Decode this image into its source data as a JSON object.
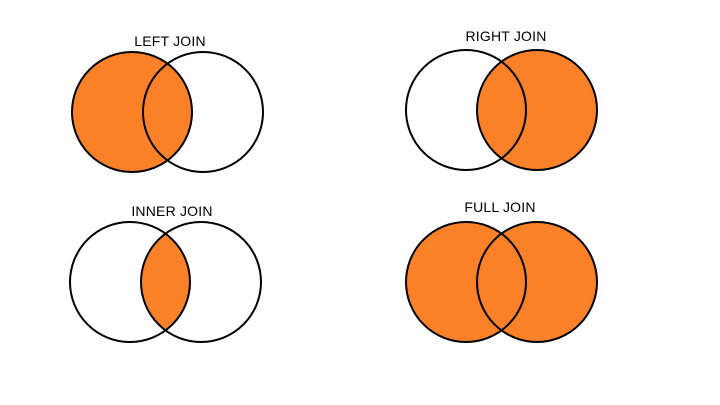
{
  "colors": {
    "fill": "#FB8128",
    "stroke": "#000000",
    "background": "#FFFFFF"
  },
  "diagrams": [
    {
      "id": "left",
      "label": "LEFT JOIN",
      "shade": "left"
    },
    {
      "id": "right",
      "label": "RIGHT JOIN",
      "shade": "right"
    },
    {
      "id": "inner",
      "label": "INNER JOIN",
      "shade": "intersection"
    },
    {
      "id": "full",
      "label": "FULL JOIN",
      "shade": "both"
    }
  ]
}
